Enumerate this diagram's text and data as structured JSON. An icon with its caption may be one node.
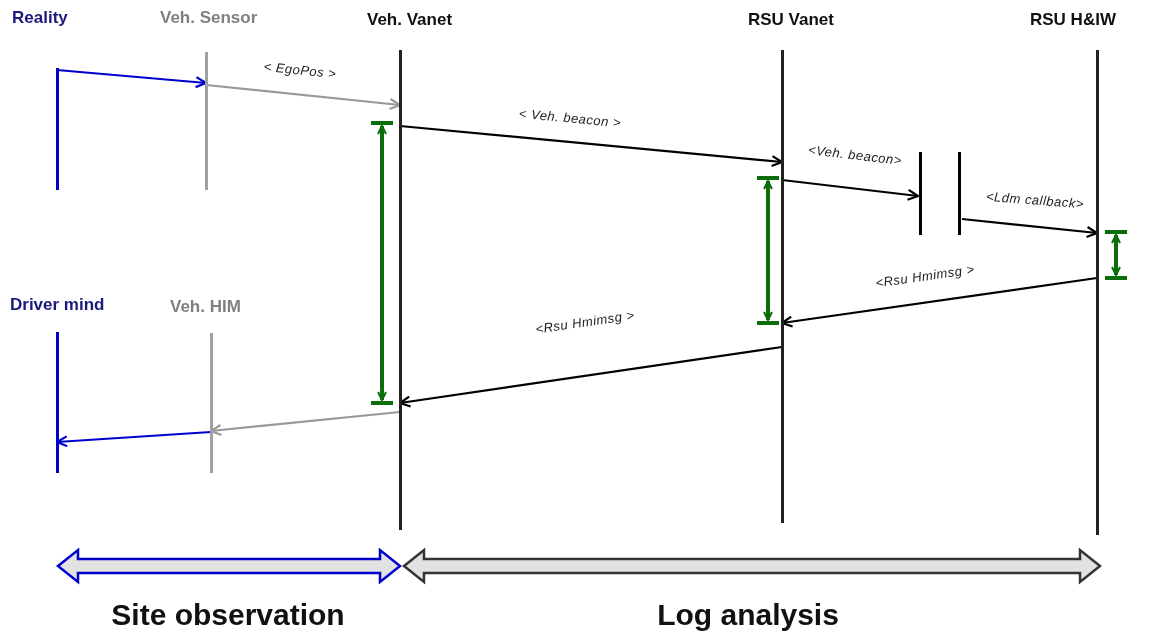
{
  "diagram": {
    "nodes": [
      {
        "text": [
          "Reality"
        ]
      },
      {
        "text": [
          "Veh. Sensor"
        ]
      },
      {
        "text": [
          "Veh. Vanet"
        ]
      },
      {
        "text": [
          "RSU Vanet"
        ]
      },
      {
        "text": [
          "RSU H&IW"
        ]
      },
      {
        "text": [],
        "shape": "bar"
      },
      {
        "text": [
          "Driver mind"
        ]
      },
      {
        "text": [
          "Veh. HIM"
        ]
      }
    ],
    "edges": [
      {
        "from": 0,
        "to": 1,
        "arrow": "to",
        "color": "#0000cc"
      },
      {
        "from": 1,
        "to": 2,
        "arrow": "to",
        "label": "< EgoPos >",
        "color": "#999999"
      },
      {
        "from": 2,
        "to": 3,
        "arrow": "to",
        "label": "< Veh. beacon >"
      },
      {
        "from": 3,
        "to": 5,
        "arrow": "to",
        "label": "<Veh. beacon>"
      },
      {
        "from": 5,
        "to": 4,
        "arrow": "to",
        "label": "<Ldm callback>"
      },
      {
        "from": 4,
        "to": 3,
        "arrow": "to",
        "label": "<Rsu Hmimsg >"
      },
      {
        "from": 3,
        "to": 2,
        "arrow": "to",
        "label": "<Rsu Hmimsg >"
      },
      {
        "from": 2,
        "to": 7,
        "arrow": "to",
        "color": "#999999"
      },
      {
        "from": 7,
        "to": 6,
        "arrow": "to",
        "color": "#0000cc"
      }
    ],
    "labels": [
      "Site observation",
      "Log analysis"
    ]
  }
}
